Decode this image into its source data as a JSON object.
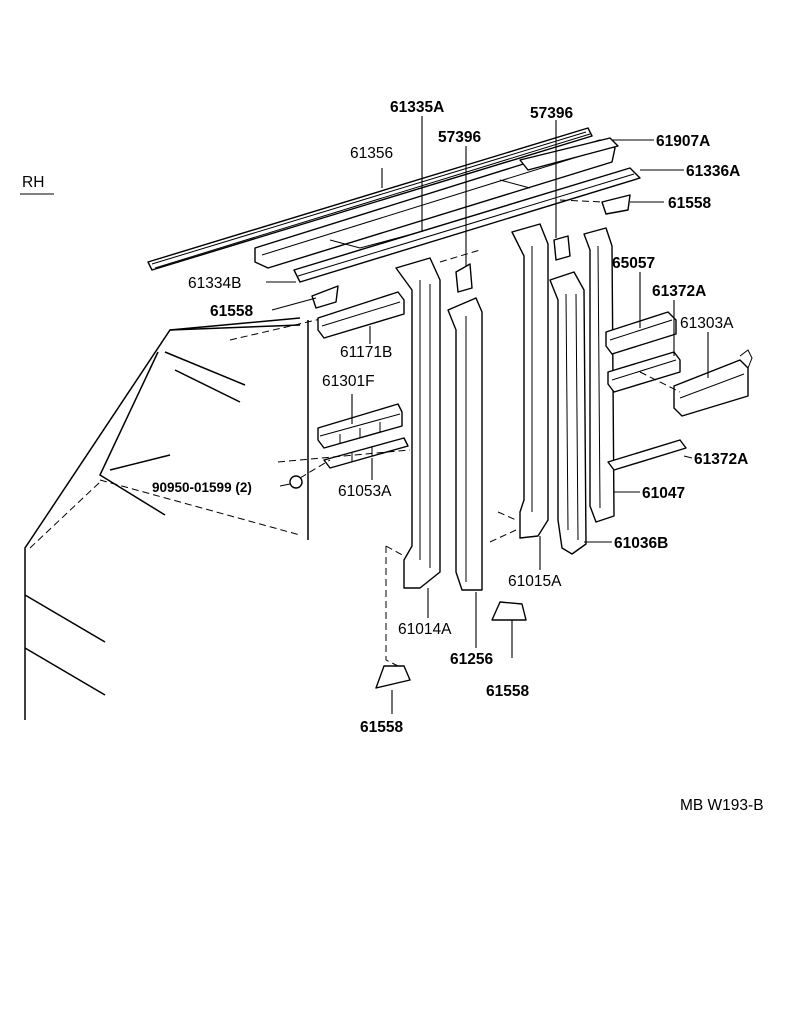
{
  "side_label": "RH",
  "code": "MB W193-B",
  "parts": {
    "p61335A": "61335A",
    "p57396_right": "57396",
    "p57396_left": "57396",
    "p61907A": "61907A",
    "p61356": "61356",
    "p61336A": "61336A",
    "p61558_topright": "61558",
    "p61334B": "61334B",
    "p61558_left": "61558",
    "p65057": "65057",
    "p61372A_upper": "61372A",
    "p61303A": "61303A",
    "p61171B": "61171B",
    "p61301F": "61301F",
    "p90950": "90950-01599 (2)",
    "p61053A": "61053A",
    "p61372A_lower": "61372A",
    "p61047": "61047",
    "p61036B": "61036B",
    "p61015A": "61015A",
    "p61014A": "61014A",
    "p61256": "61256",
    "p61558_center": "61558",
    "p61558_bottom": "61558"
  }
}
